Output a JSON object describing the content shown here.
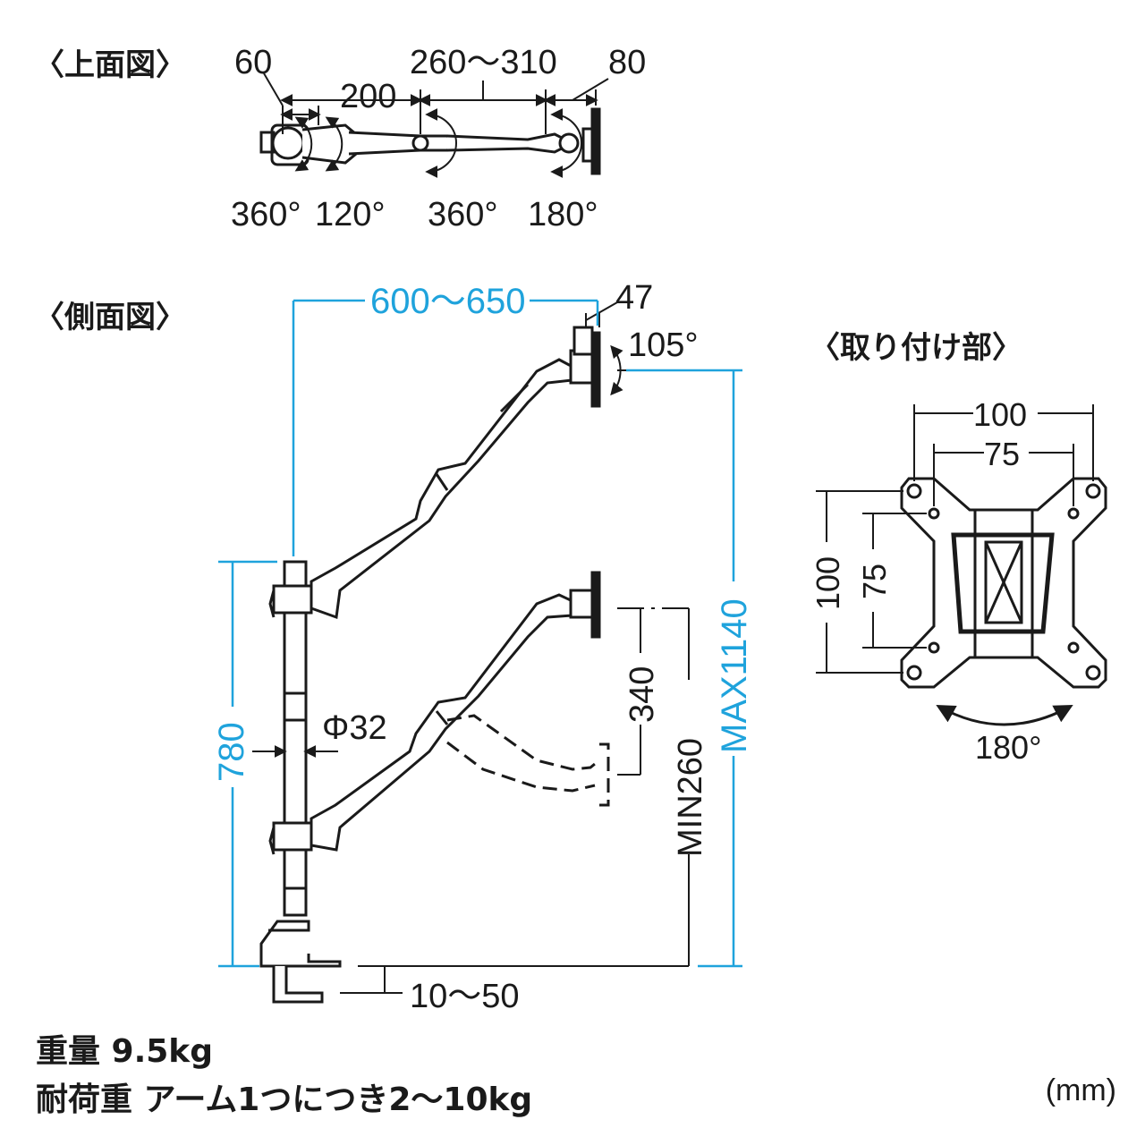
{
  "sections": {
    "top_view": "〈上面図〉",
    "side_view": "〈側面図〉",
    "mount": "〈取り付け部〉"
  },
  "top_view_dims": {
    "d60": "60",
    "d200": "200",
    "d260_310": "260～310",
    "d80": "80",
    "r360a": "360°",
    "r120": "120°",
    "r360b": "360°",
    "r180": "180°"
  },
  "side_view_dims": {
    "d600_650": "600～650",
    "d47": "47",
    "tilt105": "105°",
    "d780": "780",
    "phi32": "Φ32",
    "d340": "340",
    "min260": "MIN260",
    "max1140": "MAX1140",
    "d10_50": "10～50"
  },
  "mount_dims": {
    "h100": "100",
    "h75": "75",
    "v100": "100",
    "v75": "75",
    "rot180": "180°"
  },
  "specs": {
    "weight": "重量 9.5kg",
    "load": "耐荷重 アーム1つにつき2～10kg",
    "unit": "(mm)"
  },
  "colors": {
    "dimension_blue": "#1fa3dc",
    "line_black": "#1a1a1a"
  }
}
